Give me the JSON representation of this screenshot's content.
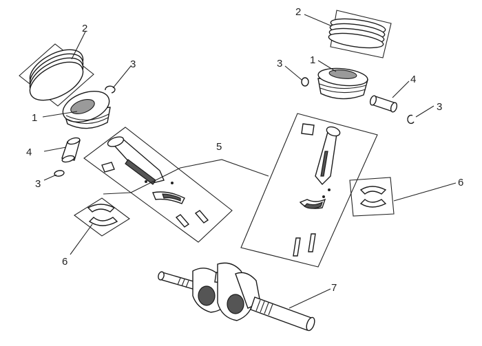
{
  "callouts": {
    "left_piston": "1",
    "left_rings": "2",
    "left_clip_top": "3",
    "left_pin": "4",
    "left_clip_bottom": "3",
    "conrod_group": "5",
    "left_bearing": "6",
    "right_piston": "1",
    "right_rings": "2",
    "right_clip_left": "3",
    "right_pin": "4",
    "right_clip_right": "3",
    "right_bearing": "6",
    "crankshaft": "7"
  }
}
